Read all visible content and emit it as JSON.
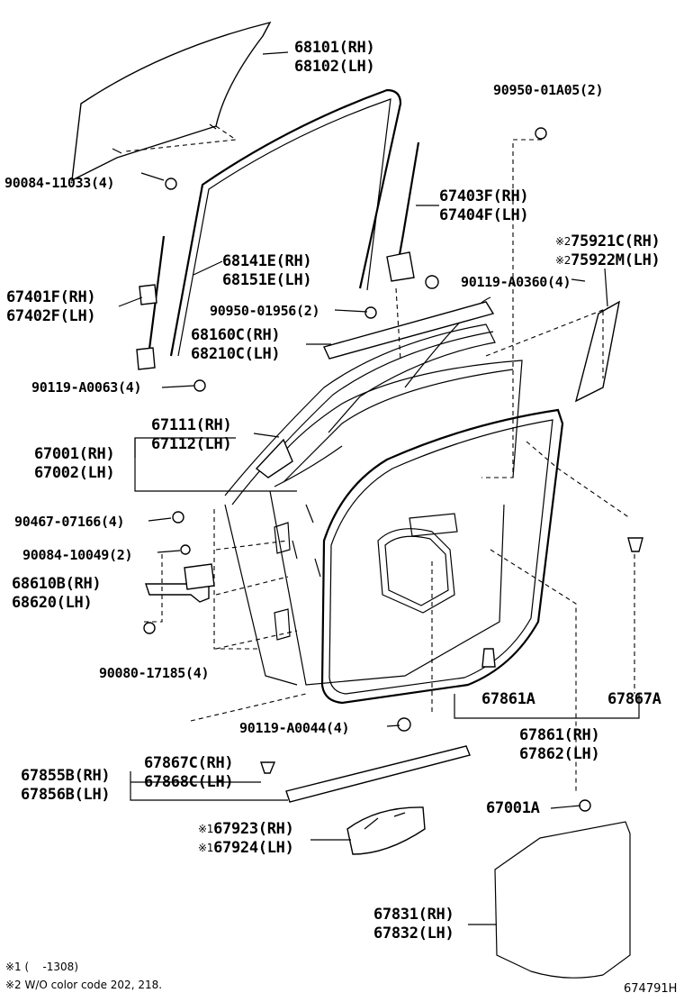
{
  "labels": {
    "p68101": "68101(RH)",
    "p68102": "68102(LH)",
    "p90950_01a05": "90950-01A05(2)",
    "p90084_11033": "90084-11033(4)",
    "p67403f": "67403F(RH)",
    "p67404f": "67404F(LH)",
    "p75921c": "75921C(RH)",
    "p75922m": "75922M(LH)",
    "p68141e": "68141E(RH)",
    "p68151e": "68151E(LH)",
    "p90119_a0360": "90119-A0360(4)",
    "p67401f": "67401F(RH)",
    "p67402f": "67402F(LH)",
    "p90950_01956": "90950-01956(2)",
    "p68160c": "68160C(RH)",
    "p68210c": "68210C(LH)",
    "p90119_a0063": "90119-A0063(4)",
    "p67111": "67111(RH)",
    "p67112": "67112(LH)",
    "p67001": "67001(RH)",
    "p67002": "67002(LH)",
    "p90467_07166": "90467-07166(4)",
    "p90084_10049": "90084-10049(2)",
    "p68610b": "68610B(RH)",
    "p68620": "68620(LH)",
    "p90080_17185": "90080-17185(4)",
    "p67861a": "67861A",
    "p67867a": "67867A",
    "p90119_a0044": "90119-A0044(4)",
    "p67861": "67861(RH)",
    "p67862": "67862(LH)",
    "p67867c": "67867C(RH)",
    "p67868c": "67868C(LH)",
    "p67855b": "67855B(RH)",
    "p67856b": "67856B(LH)",
    "p67001a": "67001A",
    "p67923": "67923(RH)",
    "p67924": "67924(LH)",
    "p67831": "67831(RH)",
    "p67832": "67832(LH)"
  },
  "marks": {
    "note1": "※1",
    "note2": "※2"
  },
  "footnotes": {
    "line1": "※1 (    -1308)",
    "line2": "※2 W/O color code 202, 218."
  },
  "reference_number": "674791H"
}
